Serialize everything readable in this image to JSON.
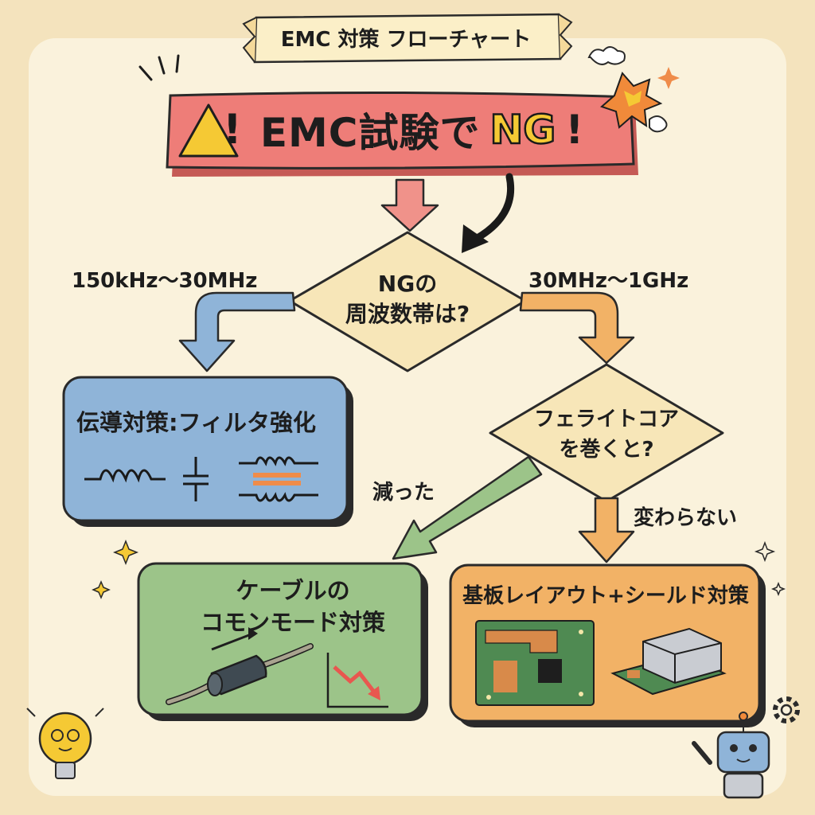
{
  "header": {
    "title": "EMC 対策 フローチャート"
  },
  "start": {
    "warn_icon": "!",
    "text": "EMC試験で",
    "ng": "NG",
    "bang": "!"
  },
  "decision1": {
    "line1": "NGの",
    "line2": "周波数帯は?"
  },
  "branch_low": {
    "label": "150kHz〜30MHz"
  },
  "branch_high": {
    "label": "30MHz〜1GHz"
  },
  "conducted": {
    "title": "伝導対策:フィルタ強化"
  },
  "decision2": {
    "line1": "フェライトコア",
    "line2": "を巻くと?"
  },
  "branch_reduced": {
    "label": "減った"
  },
  "branch_unchanged": {
    "label": "変わらない"
  },
  "cable": {
    "line1": "ケーブルの",
    "line2": "コモンモード対策"
  },
  "board": {
    "title": "基板レイアウト+シールド対策"
  },
  "colors": {
    "start_red": "#ee7d78",
    "blue_box": "#8fb4d8",
    "green_box": "#9cc489",
    "orange_box": "#f2b266",
    "diamond": "#f7e6b8",
    "yellow_accent": "#f5c934"
  }
}
